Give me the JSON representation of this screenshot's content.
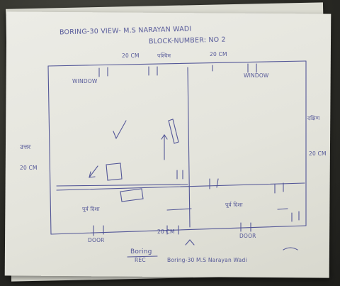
{
  "drawing": {
    "title_line1": "BORING-30  VIEW- M.S NARAYAN WADI",
    "title_line2": "BLOCK-NUMBER: NO 2",
    "top_dim_left": "20 CM",
    "top_label_mid": "पश्चिम",
    "top_dim_right": "20 CM",
    "window_left": "WINDOW",
    "window_right": "WINDOW",
    "wall_left_upper": "उत्तर",
    "wall_left_dim": "20 CM",
    "wall_right_upper": "दक्षिण",
    "wall_right_dim": "20 CM",
    "door_bottom_left": "DOOR",
    "door_bottom_right": "DOOR",
    "bottom_dim": "20 CM",
    "inner_label_left": "पूर्व दिशा",
    "inner_label_right": "पूर्व दिशा",
    "footer_line1": "Boring",
    "footer_line2": "REC",
    "footer_line3": "Boring-30  M.S Narayan Wadi"
  },
  "colors": {
    "ink": "#3b3f8c",
    "paper": "#e6e6de",
    "background": "#2b2b26"
  }
}
